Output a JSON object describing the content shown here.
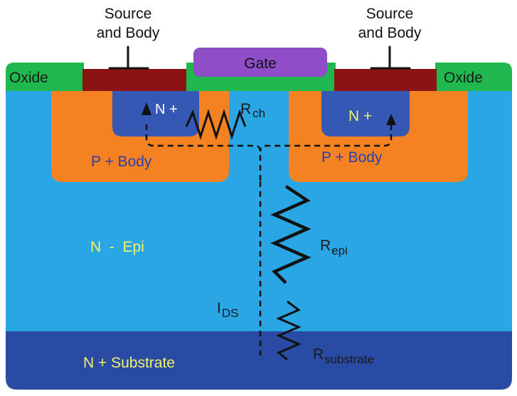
{
  "labels": {
    "source_body_left_line1": "Source",
    "source_body_left_line2": "and Body",
    "source_body_right_line1": "Source",
    "source_body_right_line2": "and Body",
    "gate": "Gate",
    "oxide_left": "Oxide",
    "oxide_right": "Oxide",
    "n_plus_left": "N +",
    "n_plus_right": "N +",
    "p_body_left": "P + Body",
    "p_body_right": "P + Body",
    "n_epi": "N  -  Epi",
    "n_substrate": "N + Substrate",
    "r_ch_main": "R",
    "r_ch_sub": "ch",
    "r_epi_main": "R",
    "r_epi_sub": "epi",
    "i_ds_main": "I",
    "i_ds_sub": "DS",
    "r_substrate_main": "R",
    "r_substrate_sub": "substrate"
  },
  "colors": {
    "epi": "#29a6e3",
    "substrate": "#2a4ba3",
    "p_body": "#f58220",
    "n_plus": "#3558b5",
    "metal": "#8b1313",
    "oxide": "#1fb84e",
    "gate": "#8e4ec6"
  }
}
